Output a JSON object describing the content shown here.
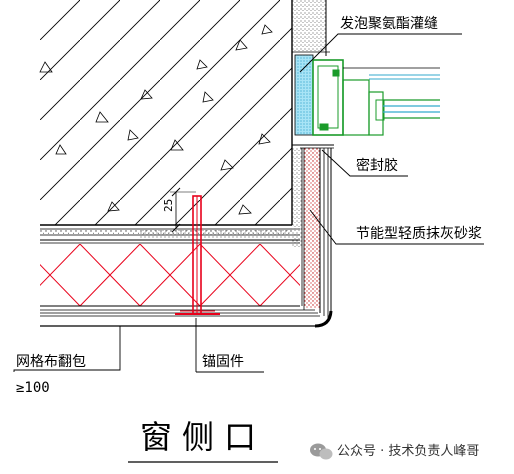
{
  "labels": {
    "foam_seal": "发泡聚氨酯灌缝",
    "sealant": "密封胶",
    "mortar": "节能型轻质抹灰砂浆",
    "mesh_wrap": "网格布翻包",
    "mesh_overlap": "≥100",
    "anchor": "锚固件",
    "dimension": "25"
  },
  "title": "窗侧口",
  "watermark": {
    "channel_prefix": "公众号 · ",
    "channel_name": "技术负责人峰哥",
    "icon": "wechat-logo-icon"
  },
  "colors": {
    "line": "#000000",
    "insulation": "#e8001a",
    "window_frame": "#1a9b2a",
    "glass": "#33aacc",
    "foam": "#7ed3f0",
    "mortar": "#d32020"
  }
}
